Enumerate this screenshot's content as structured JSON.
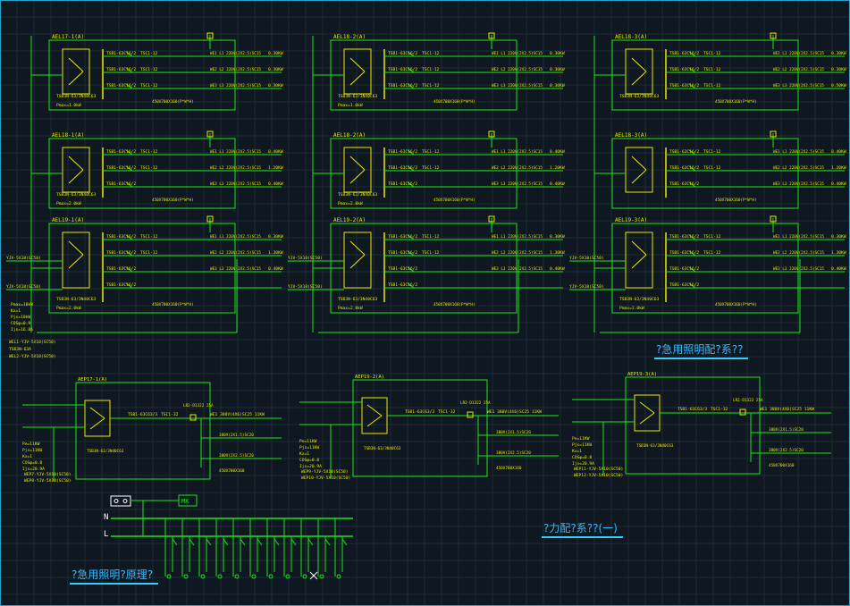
{
  "colors": {
    "background": "#0f1820",
    "grid": "#1d2a34",
    "wire": "#19e619",
    "box": "#e8e800",
    "text": "#e8e800",
    "caption": "#37b9ff"
  },
  "panels": [
    {
      "name": "AEL17-1(A)",
      "cols": [
        "TSB1-63C16/2",
        "TSC1-12"
      ],
      "rows": [
        [
          "TSB1-63C16/2",
          "TSC1-12",
          "WE1 L1 220V(2X2.5)SC15",
          "0.30KW"
        ],
        [
          "TSB1-63C16/2",
          "TSC1-12",
          "WE2 L2 220V(2X2.5)SC15",
          "0.30KW"
        ],
        [
          "TSB1-63C16/2",
          "TSC1-12",
          "WE3 L3 220V(2X2.5)SC15",
          "0.30KW"
        ]
      ],
      "bottom": "TSB3N-63/3N40C63",
      "power": "Pmax=1.0kW",
      "size": "450X700X160(P*W*H)"
    },
    {
      "name": "AEL18-1(A)",
      "cols": [
        "TSB1-63C16/2",
        "TSC1-12"
      ],
      "rows": [
        [
          "TSB1-63C16/2",
          "TSC1-12",
          "WE1 L1 220V(2X2.5)SC15",
          "0.40KW"
        ],
        [
          "TSB1-63C16/2",
          "TSC1-12",
          "WE2 L2 220V(2X2.5)SC15",
          "1.20KW"
        ],
        [
          "TSB1-63C16/2",
          "",
          "WE3 L3 220V(2X2.5)SC15",
          "0.40KW"
        ]
      ],
      "bottom": "TSB3N-63/3N40C63",
      "power": "Pmax=2.0kW",
      "size": "450X700X160(P*W*H)"
    },
    {
      "name": "AEL19-1(A)",
      "cols": [
        "TSB1-63C16/2",
        "TSC1-12"
      ],
      "rows": [
        [
          "TSB1-63C16/2",
          "TSC1-12",
          "WE1 L1 220V(2X2.5)SC15",
          "0.30KW"
        ],
        [
          "TSB1-63C16/2",
          "TSC1-12",
          "WE2 L2 220V(2X2.5)SC15",
          "1.30KW"
        ],
        [
          "TSB1-63C16/2",
          "",
          "WE3 L3 220V(2X2.5)SC15",
          "0.40KW"
        ],
        [
          "TSB1-63C16/2",
          "",
          "",
          ""
        ]
      ],
      "bottom": "TSB3N-63/3N40C63",
      "power": "Pmax=2.0kW",
      "size": "450X700X160(P*W*H)"
    },
    {
      "name": "AEL18-2(A)",
      "cols": [],
      "rows": [
        [
          "TSB1-63C16/2",
          "TSC1-12",
          "WE1 L1 220V(2X2.5)SC15",
          "0.30KW"
        ],
        [
          "TSB1-63C16/2",
          "TSC1-12",
          "WE2 L2 220V(2X2.5)SC15",
          "0.30KW"
        ],
        [
          "TSB1-63C16/2",
          "TSC1-12",
          "WE3 L3 220V(2X2.5)SC15",
          "0.30KW"
        ]
      ],
      "bottom": "TSB3N-63/3N40C63",
      "power": "Pmax=1.0kW",
      "size": "450X700X160(P*W*H)"
    },
    {
      "name": "AEL18-2(A)",
      "cols": [],
      "rows": [
        [
          "TSB1-63C16/2",
          "TSC1-12",
          "WE1 L1 220V(2X2.5)SC15",
          "0.40KW"
        ],
        [
          "TSB1-63C16/2",
          "TSC1-12",
          "WE2 L2 220V(2X2.5)SC15",
          "1.20KW"
        ],
        [
          "TSB1-63C16/2",
          "",
          "WE3 L3 220V(2X2.5)SC15",
          "0.40KW"
        ]
      ],
      "bottom": "TSB3N-63/3N40C63",
      "power": "Pmax=2.0kW",
      "size": "450X700X160(P*W*H)"
    },
    {
      "name": "AEL19-2(A)",
      "cols": [],
      "rows": [
        [
          "TSB1-63C16/2",
          "TSC1-12",
          "WE1 L1 220V(2X2.5)SC15",
          "0.30KW"
        ],
        [
          "TSB1-63C16/2",
          "TSC1-12",
          "WE2 L2 220V(2X2.5)SC15",
          "1.30KW"
        ],
        [
          "TSB1-63C16/2",
          "",
          "WE3 L3 220V(2X2.5)SC15",
          "0.40KW"
        ],
        [
          "TSB1-63C16/2",
          "",
          "",
          ""
        ]
      ],
      "bottom": "TSB3N-63/3N40C63",
      "power": "Pmax=2.0kW",
      "size": "450X700X160(P*W*H)"
    },
    {
      "name": "AEL18-3(A)",
      "cols": [],
      "rows": [
        [
          "TSB1-63C16/2",
          "TSC1-12",
          "WE1 L1 220V(2X2.5)SC15",
          "0.30KW"
        ],
        [
          "TSB1-63C16/2",
          "TSC1-12",
          "WE2 L2 220V(2X2.5)SC15",
          "0.30KW"
        ],
        [
          "TSB1-63C16/2",
          "TSC1-12",
          "WE3 L3 220V(2X2.5)SC15",
          "0.50KW"
        ]
      ],
      "bottom": "TSB3N-63/3N40C63",
      "power": "",
      "size": "450X700X160(P*W*H)"
    },
    {
      "name": "AEL18-3(A)",
      "cols": [],
      "rows": [
        [
          "TSB1-63C16/2",
          "TSC1-12",
          "WE1 L1 220V(2X2.5)SC15",
          "0.40KW"
        ],
        [
          "TSB1-63C16/2",
          "TSC1-12",
          "WE2 L2 220V(2X2.5)SC15",
          "1.20KW"
        ],
        [
          "TSB1-63C16/2",
          "",
          "WE3 L3 220V(2X2.5)SC15",
          "0.40KW"
        ]
      ],
      "bottom": "",
      "power": "",
      "size": "450X700X160(P*W*H)"
    },
    {
      "name": "AEL19-3(A)",
      "cols": [],
      "rows": [
        [
          "TSB1-63C16/2",
          "TSC1-12",
          "WE1 L1 220V(2X2.5)SC15",
          "0.30KW"
        ],
        [
          "TSB1-63C16/2",
          "TSC1-12",
          "WE2 L2 220V(2X2.5)SC15",
          "1.30KW"
        ],
        [
          "TSB1-63C16/2",
          "",
          "WE3 L3 220V(2X2.5)SC15",
          "0.40KW"
        ],
        [
          "TSB1-63C16/2",
          "",
          "",
          ""
        ]
      ],
      "bottom": "TSB3N-63/3N40C63",
      "power": "Pmax=2.0kW",
      "size": "450X700X160(P*W*H)"
    }
  ],
  "feeders": {
    "col1": [
      "YJV-5X10(SC50)",
      "YJV-5X10(SC50)"
    ],
    "col2": [
      "YJV-5X10(SC50)",
      "YJV-5X10(SC50)"
    ],
    "col3": [
      "YJV-5X10(SC50)",
      "YJV-5X10(SC50)"
    ]
  },
  "col1_params": [
    "Pmax=10kW",
    "Kx=1",
    "Pjs=10kW",
    "COSφ=0.9",
    "Ijs=16.8A"
  ],
  "col1_tail": [
    "WEL1-YJV-5X10(SC50)",
    "TSB3N-63A",
    "WEL2-YJV-5X10(SC50)"
  ],
  "power_panels": [
    {
      "name": "AEP17-1(A)",
      "breaker": "TSB1-63C63/3",
      "contactor": "TSC1-32",
      "relay": "LR2-D1322 25A",
      "out": "WE1 380V(4X6)SC25 11KW",
      "out2": "380V(2X1.5)SC20",
      "out3": "380V(2X2.5)SC20",
      "dim": "450X700X160",
      "params": [
        "Pe=11KW",
        "Pjs=11KW",
        "Kx=1",
        "COSφ=0.8",
        "Ijs=20.9A"
      ],
      "feed": [
        "WEP7-YJV-5X10(SC50)",
        "WEP8-YJV-5X10(SC50)"
      ],
      "bottom": "TSB3N-63/3N40C63"
    },
    {
      "name": "AEP19-2(A)",
      "breaker": "TSB1-63C63/3",
      "contactor": "TSC1-32",
      "relay": "LR2-D1322 25A",
      "out": "WE1 380V(4X6)SC25 11KW",
      "out2": "380V(2X1.5)SC20",
      "out3": "380V(2X2.5)SC20",
      "dim": "450X700X160",
      "params": [
        "Pe=11KW",
        "Pjs=11KW",
        "Kx=1",
        "COSφ=0.8",
        "Ijs=20.9A"
      ],
      "feed": [
        "WEP9-YJV-5X10(SC50)",
        "WEP10-YJV-5X10(SC50)"
      ],
      "bottom": "TSB3N-63/3N40C63"
    },
    {
      "name": "AEP19-3(A)",
      "breaker": "TSB1-63C63/3",
      "contactor": "TSC1-32",
      "relay": "LR2-D1322 25A",
      "out": "WE1 380V(4X6)SC25 11KW",
      "out2": "380V(2X1.5)SC20",
      "out3": "380V(2X2.5)SC20",
      "dim": "450X700X160",
      "params": [
        "Pe=11KW",
        "Pjs=11KW",
        "Kx=1",
        "COSφ=0.8",
        "Ijs=20.9A"
      ],
      "feed": [
        "WEP11-YJV-5X10(SC50)",
        "WEP12-YJV-5X10(SC50)"
      ],
      "bottom": "TSB3N-63/3N40C63"
    }
  ],
  "schematic": {
    "N": "N",
    "L": "L",
    "mk": "MK"
  },
  "captions": {
    "lighting": "?急用照明配?系??",
    "power": "?力配?系??(一)",
    "principle": "?急用照明?原理?"
  }
}
